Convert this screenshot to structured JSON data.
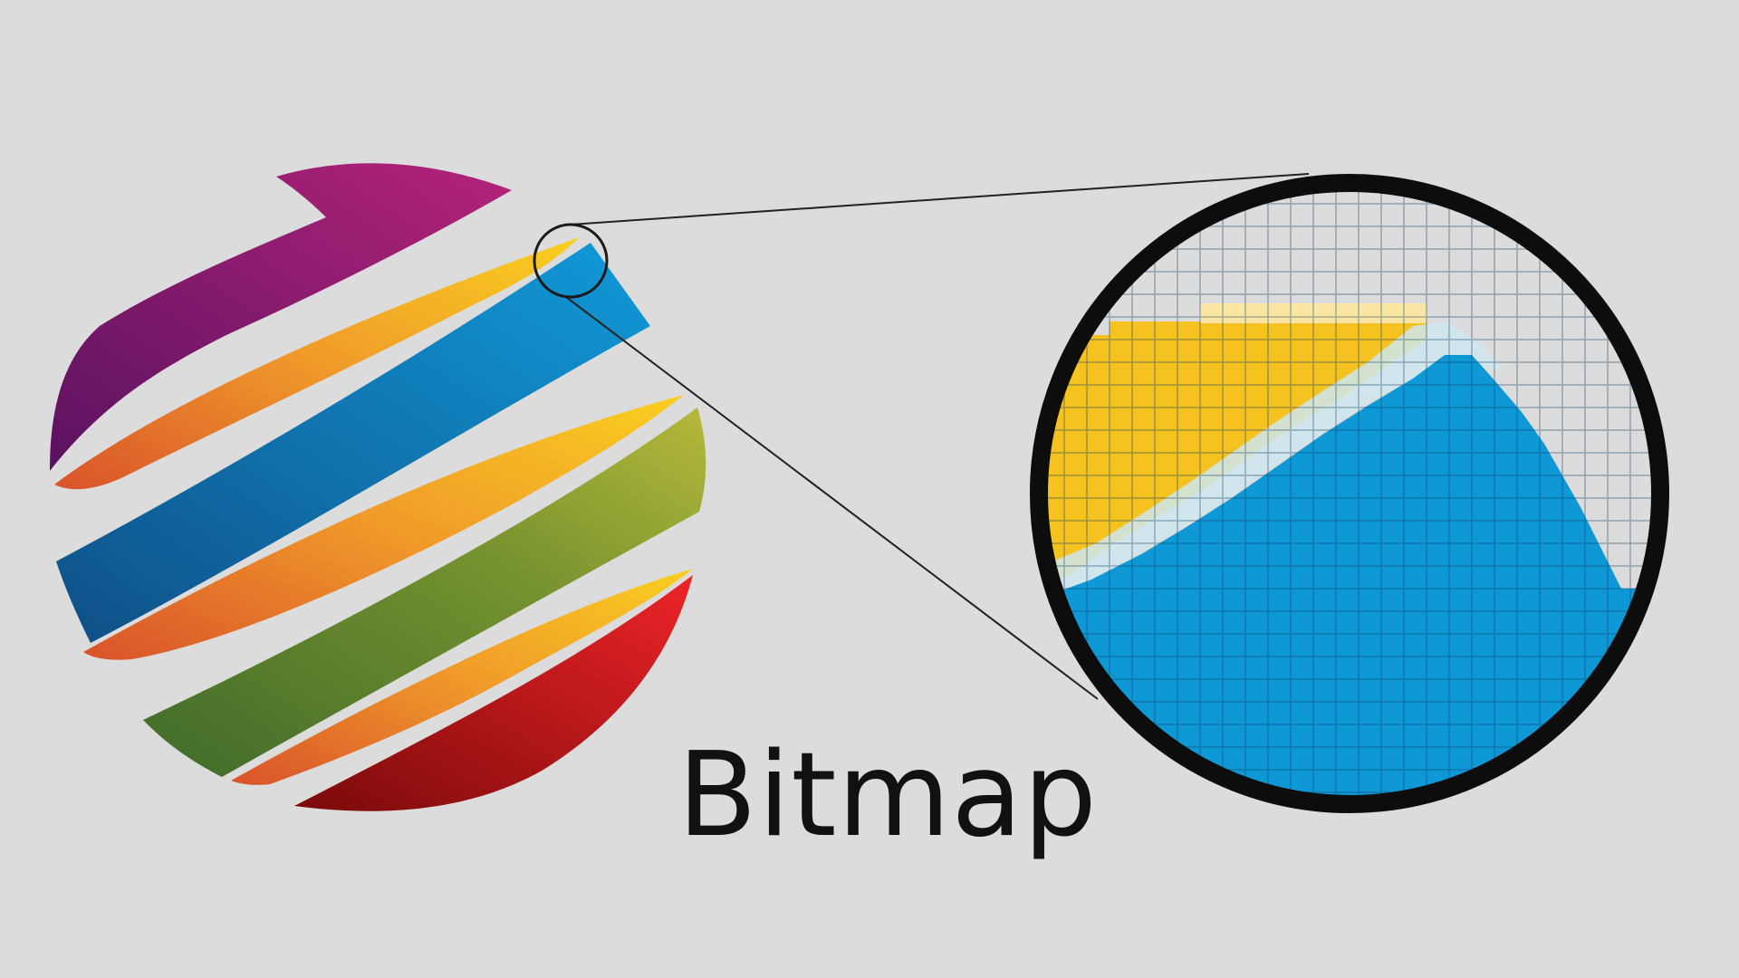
{
  "caption": "Bitmap",
  "colors": {
    "background": "#dcdcdc",
    "purple": "#8e1f72",
    "yellow": "#f6c223",
    "orange": "#ec8a2c",
    "blue": "#0c97d8",
    "olive": "#6d8a2e",
    "red": "#d81c24",
    "ink": "#111111"
  },
  "icons": {
    "logo": "striped-sphere-logo",
    "magnifier": "zoom-circle"
  }
}
